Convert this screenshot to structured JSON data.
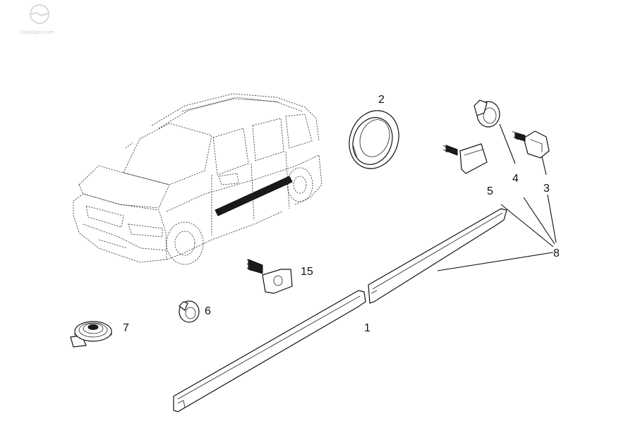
{
  "watermark": {
    "text": "ClubOpel.com"
  },
  "callouts": {
    "p1": "1",
    "p2": "2",
    "p3": "3",
    "p4": "4",
    "p5": "5",
    "p6": "6",
    "p7": "7",
    "p8": "8",
    "p15": "15"
  },
  "colors": {
    "line": "#111111",
    "background": "#ffffff",
    "watermark": "#cfcfcf"
  },
  "icons": [
    "watermark-logo-icon"
  ]
}
